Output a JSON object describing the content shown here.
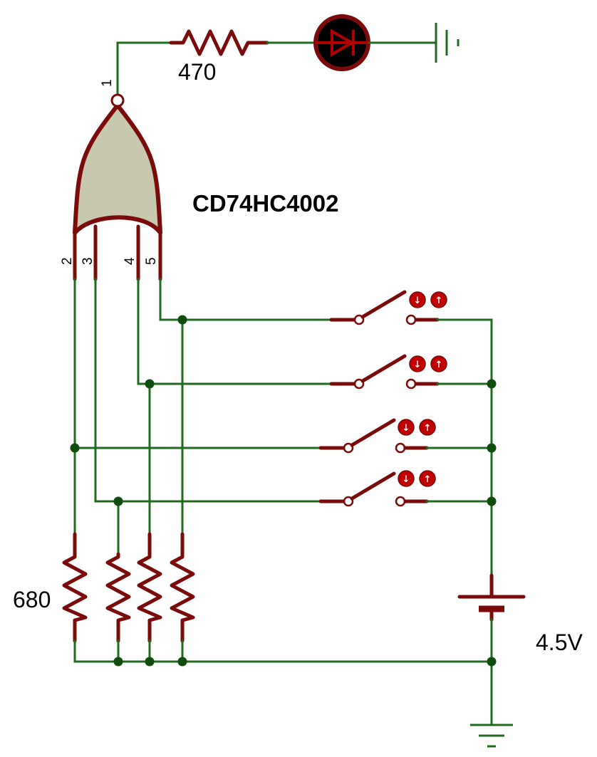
{
  "gate": {
    "part": "CD74HC4002",
    "out_pin": "1",
    "in_pins": [
      "2",
      "3",
      "4",
      "5"
    ]
  },
  "led_resistor": {
    "value": "470"
  },
  "pulldown": {
    "value": "680"
  },
  "battery": {
    "value": "4.5V"
  },
  "switch_buttons": {
    "open_glyph": "↓",
    "close_glyph": "↑"
  },
  "colors": {
    "wire": "#1f6b1f",
    "component": "#7b0a0a",
    "junction": "#0f4d0f",
    "gate_fill": "#c8c8ae",
    "button": "#c00000"
  }
}
